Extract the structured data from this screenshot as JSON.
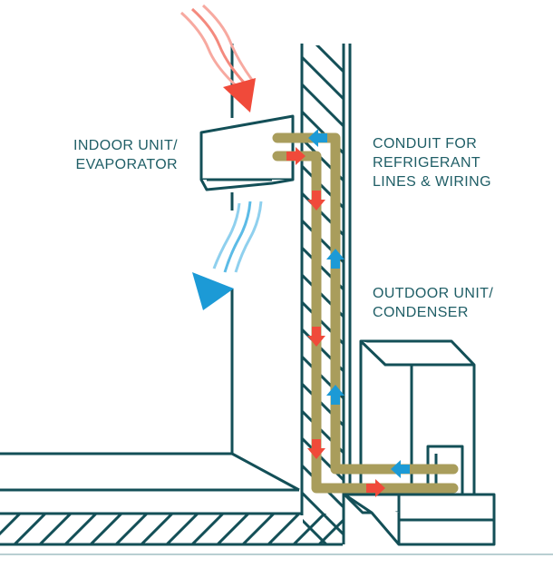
{
  "labels": {
    "indoor": [
      "INDOOR UNIT/",
      "EVAPORATOR"
    ],
    "conduit": [
      "CONDUIT FOR",
      "REFRIGERANT",
      "LINES & WIRING"
    ],
    "outdoor": [
      "OUTDOOR UNIT/",
      "CONDENSER"
    ]
  },
  "colors": {
    "line": "#134f57",
    "label_text": "#1f5e66",
    "conduit": "#a99d5c",
    "hot_arrow": "#f04a3a",
    "cold_arrow": "#1c9ad6",
    "hot_air_stripes": "#f7a9a0",
    "cold_air_stripes": "#8fd0ee"
  },
  "icons": {
    "hot_air_in": "red-air-arrow-icon",
    "cool_air_out": "blue-air-arrow-icon",
    "flow_hot": "red-flow-arrow-icon",
    "flow_cold": "blue-flow-arrow-icon"
  }
}
